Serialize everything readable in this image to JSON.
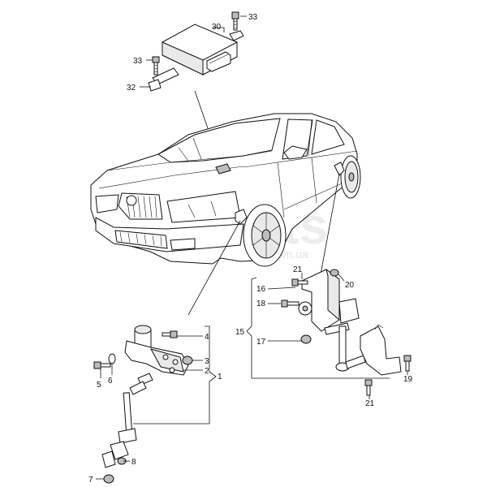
{
  "watermark": {
    "main": "Xparts",
    "sub": ".com.ua"
  },
  "callouts": {
    "c30": "30",
    "c33a": "33",
    "c33b": "33",
    "c32": "32",
    "c21a": "21",
    "c20": "20",
    "c16": "16",
    "c18": "18",
    "c15": "15",
    "c17": "17",
    "c19": "19",
    "c21b": "21",
    "c4": "4",
    "c3": "3",
    "c2": "2",
    "c1": "1",
    "c5": "5",
    "c6": "6",
    "c8": "8",
    "c7": "7"
  }
}
